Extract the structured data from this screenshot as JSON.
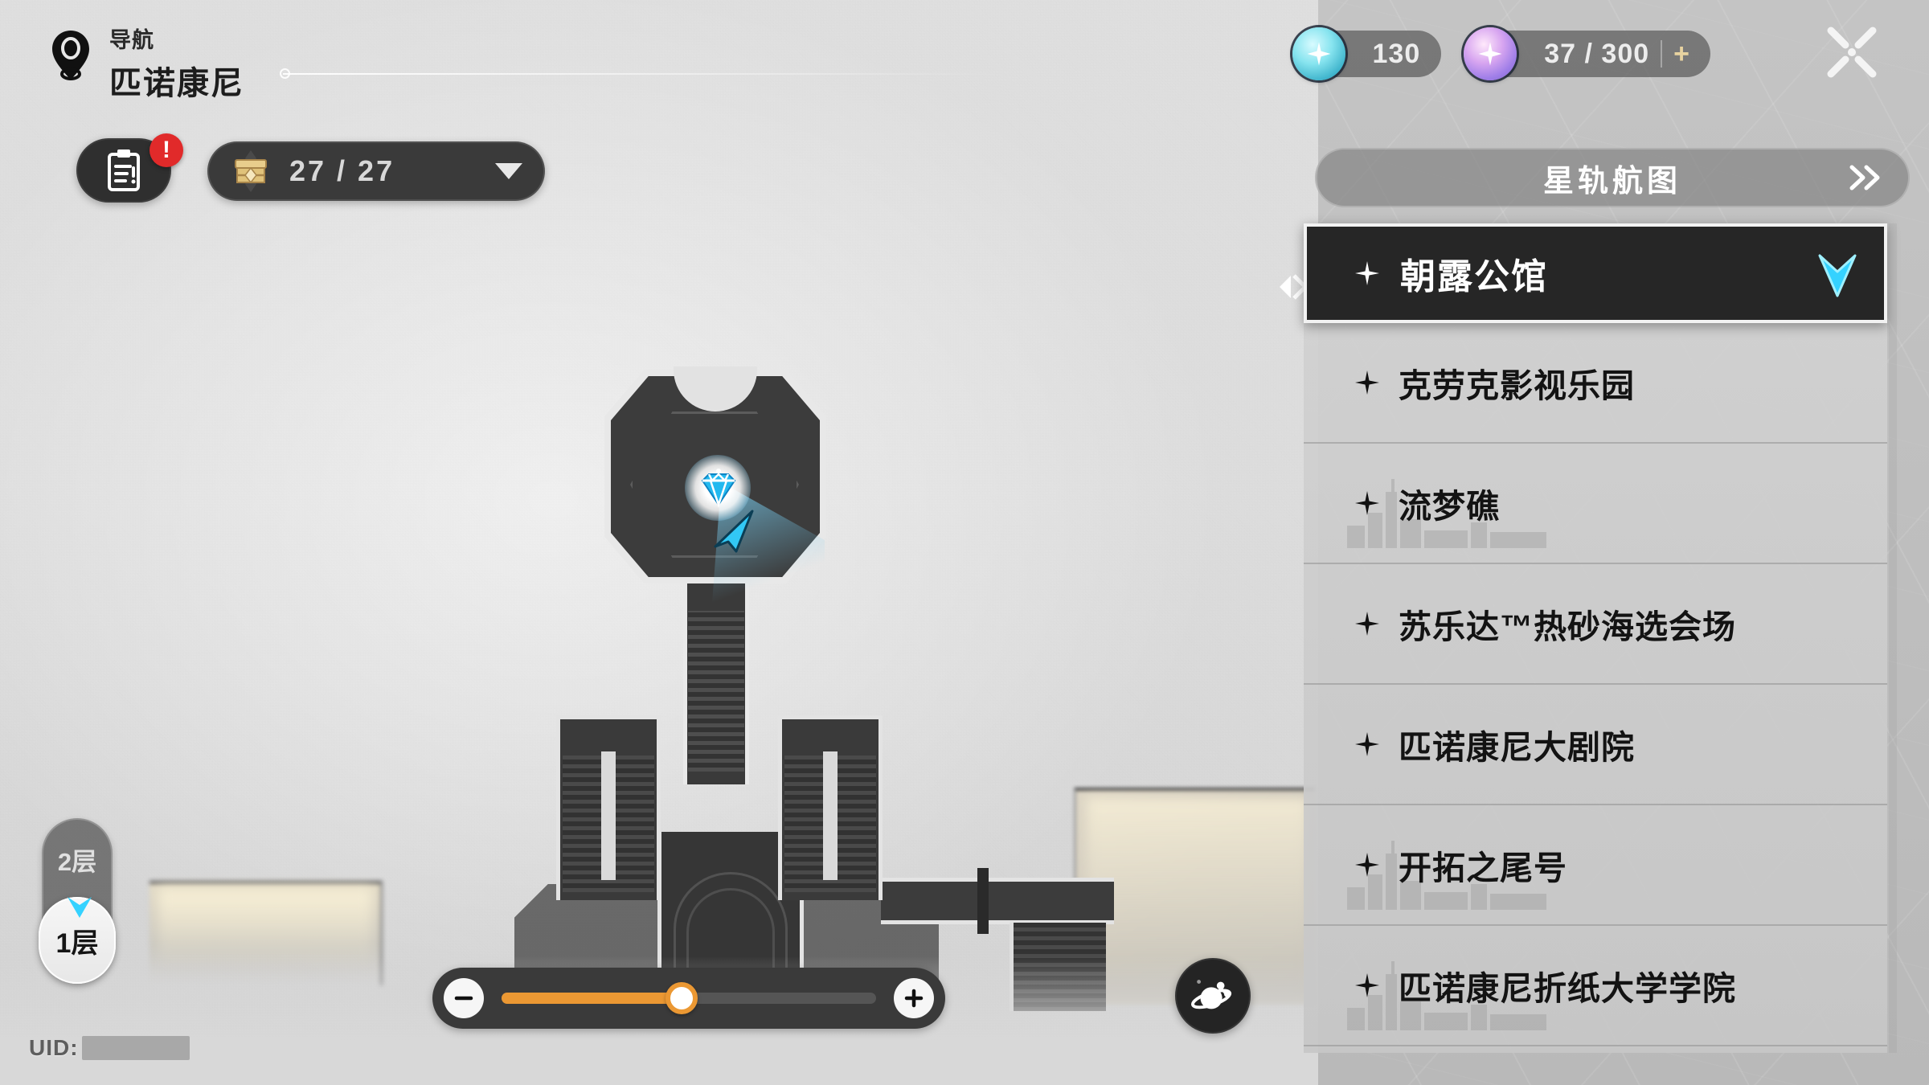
{
  "nav": {
    "kicker": "导航",
    "title": "匹诺康尼",
    "pin_icon": "location-pin-icon"
  },
  "toolbar": {
    "quest_icon": "clipboard-quest-icon",
    "quest_badge": "!",
    "chest_icon": "treasure-chest-icon",
    "chest_count": "27 / 27",
    "chest_caret_icon": "caret-down-icon"
  },
  "currencies": [
    {
      "name": "stellar-jade",
      "icon": "jade-orb-icon",
      "value": "130"
    },
    {
      "name": "trailblaze-power",
      "icon": "power-orb-icon",
      "value": "37 / 300",
      "plus_label": "+"
    }
  ],
  "close_button": {
    "icon": "close-x-icon",
    "label": ""
  },
  "right_panel": {
    "starmap_button": {
      "label": "星轨航图",
      "chevron_icon": "double-chevron-right-icon"
    },
    "selected": {
      "label": "朝露公馆",
      "star_icon": "sparkle-star-icon",
      "marker_icon": "selection-marker-icon",
      "arrow_icon": "teleport-down-arrow-icon"
    },
    "destinations": [
      {
        "label": "克劳克影视乐园",
        "star_icon": "sparkle-star-icon",
        "skyline": false
      },
      {
        "label": "流梦礁",
        "star_icon": "sparkle-star-icon",
        "skyline": true
      },
      {
        "label": "苏乐达™热砂海选会场",
        "star_icon": "sparkle-star-icon",
        "skyline": false
      },
      {
        "label": "匹诺康尼大剧院",
        "star_icon": "sparkle-star-icon",
        "skyline": false
      },
      {
        "label": "开拓之尾号",
        "star_icon": "sparkle-star-icon",
        "skyline": true
      },
      {
        "label": "匹诺康尼折纸大学学院",
        "star_icon": "sparkle-star-icon",
        "skyline": true
      }
    ]
  },
  "floor_selector": {
    "floors": [
      {
        "label": "2层",
        "selected": false
      },
      {
        "label": "1层",
        "selected": true
      }
    ],
    "marker_icon": "current-floor-caret-icon"
  },
  "uid": {
    "label": "UID:",
    "value": ""
  },
  "zoom_control": {
    "minus_label": "−",
    "plus_label": "+",
    "fill_percent": 48,
    "minus_icon": "minus-icon",
    "plus_icon": "plus-icon"
  },
  "globe_button": {
    "icon": "planet-icon"
  },
  "map": {
    "player_marker_icon": "player-gem-marker-icon",
    "player_arrow_icon": "player-direction-arrow-icon"
  },
  "colors": {
    "accent_orange": "#eb9833",
    "accent_cyan": "#3fd6ff",
    "alert_red": "#e12a2a",
    "panel_dark": "#262626",
    "gold": "#e0c27a"
  }
}
